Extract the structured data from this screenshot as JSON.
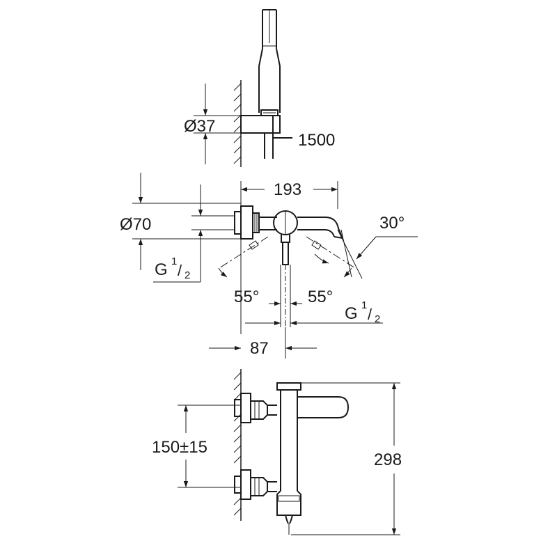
{
  "dimensions": {
    "handshower_diameter": "Ø37",
    "hose_length": "1500",
    "width_top": "193",
    "flange_diameter": "Ø70",
    "angle_right": "30°",
    "thread_left_base": "G",
    "thread_left_num": "1",
    "thread_left_den": "2",
    "angle_left_swivel": "55°",
    "angle_right_swivel": "55°",
    "thread_outlet_base": "G",
    "thread_outlet_num": "1",
    "thread_outlet_den": "2",
    "depth": "87",
    "center_distance": "150±15",
    "height": "298"
  }
}
